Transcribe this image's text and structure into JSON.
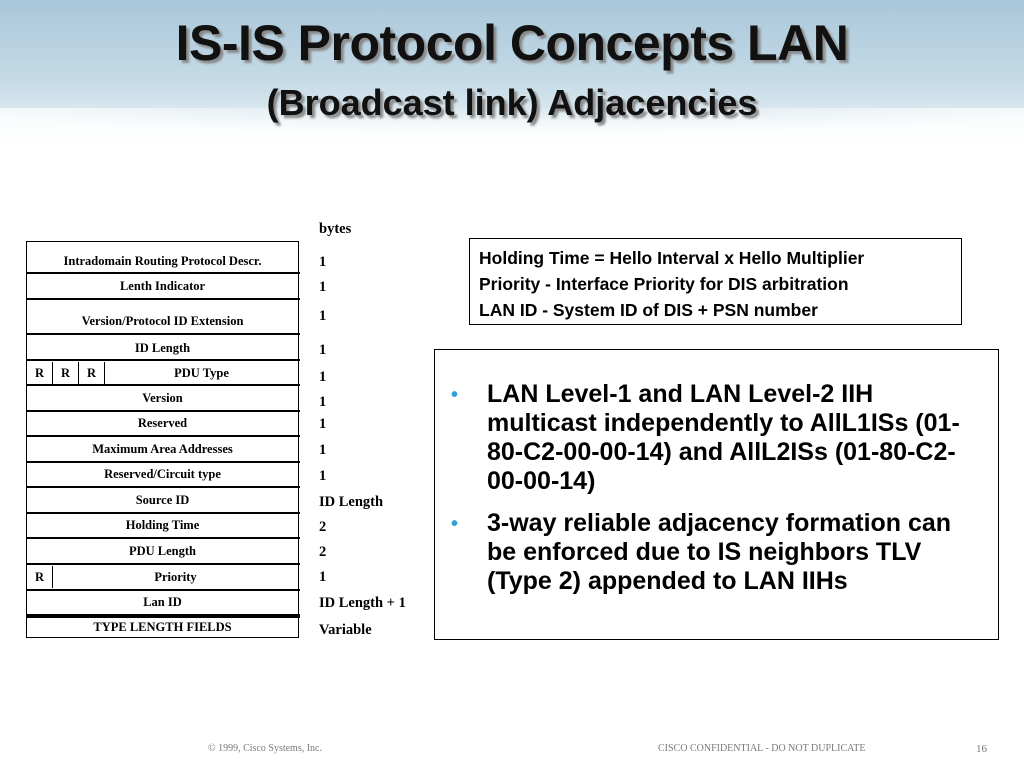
{
  "slide": {
    "title_line1": "IS-IS Protocol Concepts LAN",
    "title_line2": "(Broadcast link)  Adjacencies"
  },
  "diagram": {
    "bytes_header": "bytes",
    "fields": [
      {
        "label": "Intradomain Routing Protocol Descr.",
        "bytes": "1"
      },
      {
        "label": "Lenth Indicator",
        "bytes": "1"
      },
      {
        "label": "Version/Protocol ID Extension",
        "bytes": "1"
      },
      {
        "label": "ID Length",
        "bytes": "1"
      },
      {
        "label": "PDU Type",
        "prefix": [
          "R",
          "R",
          "R"
        ],
        "bytes": "1"
      },
      {
        "label": "Version",
        "bytes": "1"
      },
      {
        "label": "Reserved",
        "bytes": "1"
      },
      {
        "label": "Maximum Area Addresses",
        "bytes": "1"
      },
      {
        "label": "Reserved/Circuit type",
        "bytes": "1"
      },
      {
        "label": "Source ID",
        "bytes": "ID Length"
      },
      {
        "label": "Holding Time",
        "bytes": "2"
      },
      {
        "label": "PDU Length",
        "bytes": "2"
      },
      {
        "label": "Priority",
        "prefix": [
          "R"
        ],
        "bytes": "1"
      },
      {
        "label": "Lan ID",
        "bytes": "ID Length + 1"
      },
      {
        "label": "TYPE LENGTH FIELDS",
        "bytes": "Variable"
      }
    ]
  },
  "info_box": {
    "lines": [
      "Holding Time  = Hello Interval x Hello Multiplier",
      "Priority  - Interface Priority for DIS arbitration",
      "LAN ID - System ID of DIS + PSN number"
    ]
  },
  "bullets": [
    "LAN Level-1 and LAN Level-2 IIH multicast independently to AllL1ISs (01-80-C2-00-00-14) and AllL2ISs (01-80-C2-00-00-14)",
    "3-way reliable adjacency formation can be enforced due to IS neighbors TLV (Type 2) appended to LAN IIHs"
  ],
  "footer": {
    "copyright": "© 1999, Cisco Systems, Inc.",
    "confidential": "CISCO CONFIDENTIAL - DO NOT DUPLICATE",
    "page_number": "16"
  },
  "colors": {
    "bullet_marker": "#2f9fd6",
    "header_band": "#a9c7da"
  }
}
